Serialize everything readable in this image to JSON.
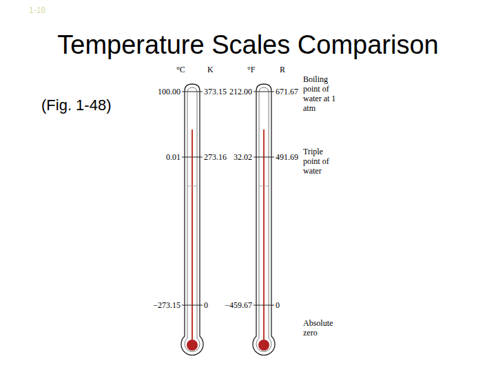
{
  "diagram": {
    "title": "Temperature Scales Comparison",
    "labels": [
      "1-18",
      "(Fig. 1-48)",
      "°C",
      "K",
      "°F",
      "R",
      "100.00",
      "373.15",
      "212.00",
      "671.67",
      "Boiling point of water at 1 atm",
      "0.01",
      "273.16",
      "32.02",
      "491.69",
      "Triple point of water",
      "−273.15",
      "0",
      "−459.67",
      "0",
      "Absolute zero"
    ]
  }
}
